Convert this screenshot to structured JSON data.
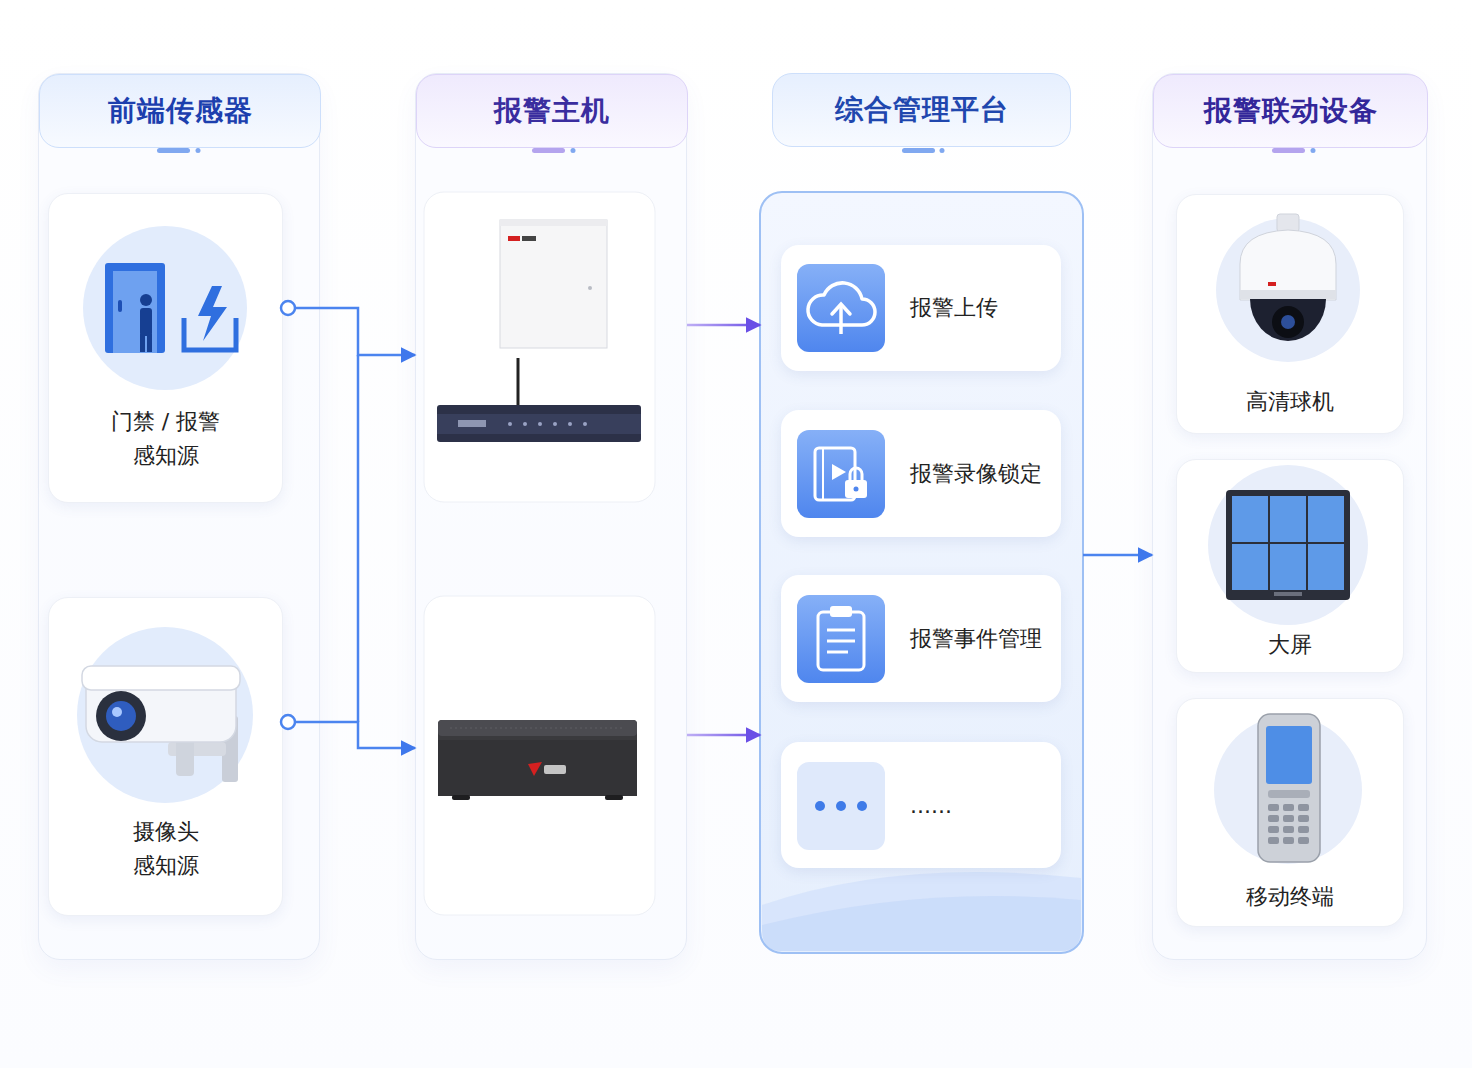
{
  "diagram": {
    "nodes": [
      {
        "text": [
          "前端传感器"
        ]
      },
      {
        "text": [
          "门禁 / 报警 感知源"
        ],
        "in": 0
      },
      {
        "text": [
          "摄像头 感知源"
        ],
        "in": 0
      },
      {
        "text": [
          "报警主机"
        ]
      },
      {
        "text": [
          "综合管理平台"
        ]
      },
      {
        "text": [
          "报警上传"
        ],
        "in": 4
      },
      {
        "text": [
          "报警录像锁定"
        ],
        "in": 4
      },
      {
        "text": [
          "报警事件管理"
        ],
        "in": 4
      },
      {
        "text": [
          "......"
        ],
        "in": 4
      },
      {
        "text": [
          "报警联动设备"
        ]
      },
      {
        "text": [
          "高清球机"
        ],
        "in": 9
      },
      {
        "text": [
          "大屏"
        ],
        "in": 9
      },
      {
        "text": [
          "移动终端"
        ],
        "in": 9
      }
    ],
    "edges": [
      {
        "from": 1,
        "to": 3,
        "arrow": "to"
      },
      {
        "from": 2,
        "to": 3,
        "arrow": "to"
      },
      {
        "from": 3,
        "to": 4,
        "arrow": "to"
      },
      {
        "from": 3,
        "to": 4,
        "arrow": "to"
      },
      {
        "from": 4,
        "to": 9,
        "arrow": "to"
      }
    ]
  }
}
